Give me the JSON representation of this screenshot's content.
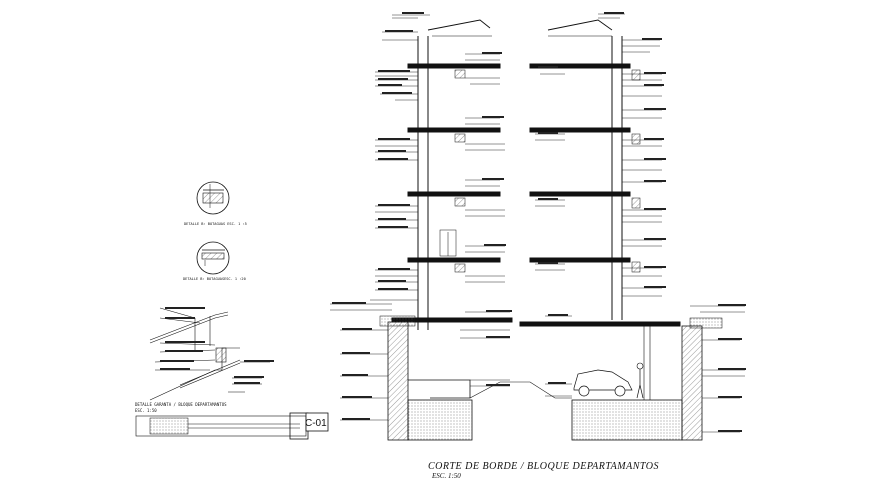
{
  "main_title": "CORTE DE BORDE / BLOQUE DEPARTAMANTOS",
  "main_scale": "ESC. 1:50",
  "detail_1_caption": "DETALLE B: BOTAGUAS ESC. 1 :5",
  "detail_2_caption": "DETALLE B: BOTAGUASESC. 1 :20",
  "garage_title": "DETALLE GARANTA / BLOQUE DEPARTAMANTOS",
  "garage_scale": "ESC. 1:50",
  "sheet_label": "C-01",
  "colors": {
    "ink": "#111111",
    "hatch": "#444444",
    "paper": "#ffffff"
  }
}
